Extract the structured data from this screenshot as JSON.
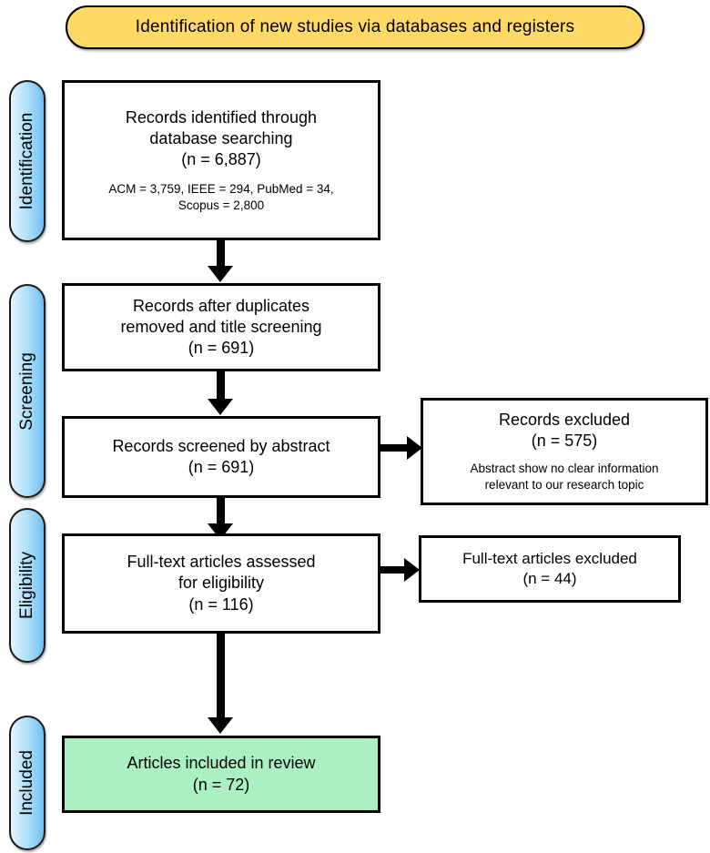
{
  "header": {
    "title": "Identification of new studies via databases and registers",
    "fill_color": "#ffd966"
  },
  "stages": [
    {
      "label": "Identification"
    },
    {
      "label": "Screening"
    },
    {
      "label": "Eligibility"
    },
    {
      "label": "Included"
    }
  ],
  "boxes": {
    "identified": {
      "line1": "Records identified through",
      "line2": "database searching",
      "line3": "(n = 6,887)",
      "sub1": "ACM = 3,759, IEEE = 294, PubMed  = 34,",
      "sub2": "Scopus = 2,800"
    },
    "after_duplicates": {
      "line1": "Records after duplicates",
      "line2": "removed and title screening",
      "line3": "(n = 691)"
    },
    "screened_abstract": {
      "line1": "Records screened by abstract",
      "line2": "(n = 691)"
    },
    "records_excluded": {
      "line1": "Records excluded",
      "line2": "(n = 575)",
      "sub1": "Abstract show no clear information",
      "sub2": "relevant to our research topic"
    },
    "fulltext_assessed": {
      "line1": "Full-text articles assessed",
      "line2": "for eligibility",
      "line3": "(n = 116)"
    },
    "fulltext_excluded": {
      "line1": "Full-text articles excluded",
      "line2": "(n = 44)"
    },
    "included": {
      "line1": "Articles included in review",
      "line2": "(n = 72)",
      "fill_color": "#aaf0c3"
    }
  },
  "chart_data": {
    "type": "diagram",
    "title": "Identification of new studies via databases and registers",
    "nodes": [
      {
        "id": "identified",
        "stage": "Identification",
        "label": "Records identified through database searching",
        "n": 6887,
        "breakdown": {
          "ACM": 3759,
          "IEEE": 294,
          "PubMed": 34,
          "Scopus": 2800
        }
      },
      {
        "id": "after_duplicates",
        "stage": "Screening",
        "label": "Records after duplicates removed and title screening",
        "n": 691
      },
      {
        "id": "screened_abstract",
        "stage": "Screening",
        "label": "Records screened by abstract",
        "n": 691
      },
      {
        "id": "records_excluded",
        "stage": "Screening",
        "label": "Records excluded",
        "n": 575,
        "reason": "Abstract show no clear information relevant to our research topic"
      },
      {
        "id": "fulltext_assessed",
        "stage": "Eligibility",
        "label": "Full-text articles assessed for eligibility",
        "n": 116
      },
      {
        "id": "fulltext_excluded",
        "stage": "Eligibility",
        "label": "Full-text articles excluded",
        "n": 44
      },
      {
        "id": "included",
        "stage": "Included",
        "label": "Articles included in review",
        "n": 72
      }
    ],
    "edges": [
      {
        "from": "identified",
        "to": "after_duplicates"
      },
      {
        "from": "after_duplicates",
        "to": "screened_abstract"
      },
      {
        "from": "screened_abstract",
        "to": "records_excluded"
      },
      {
        "from": "screened_abstract",
        "to": "fulltext_assessed"
      },
      {
        "from": "fulltext_assessed",
        "to": "fulltext_excluded"
      },
      {
        "from": "fulltext_assessed",
        "to": "included"
      }
    ]
  }
}
